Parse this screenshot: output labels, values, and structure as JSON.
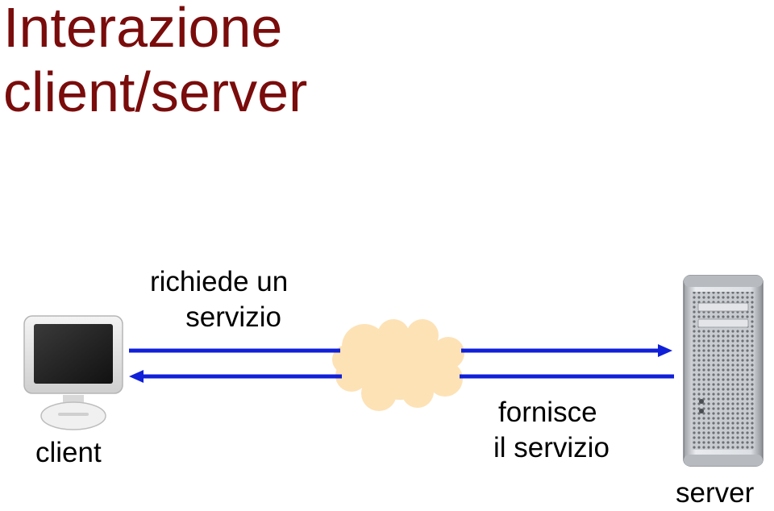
{
  "title": {
    "line1": "Interazione",
    "line2": "client/server"
  },
  "request": {
    "line1": "richiede un",
    "line2": "servizio"
  },
  "response": {
    "line1": "fornisce",
    "line2": "il servizio"
  },
  "nodes": {
    "client": "client",
    "server": "server"
  },
  "colors": {
    "title": "#7a0c0c",
    "arrow": "#1020d8",
    "cloud": "#fde2b6"
  },
  "icons": {
    "client": "desktop-computer-icon",
    "server": "tower-server-icon",
    "network": "cloud-icon"
  }
}
